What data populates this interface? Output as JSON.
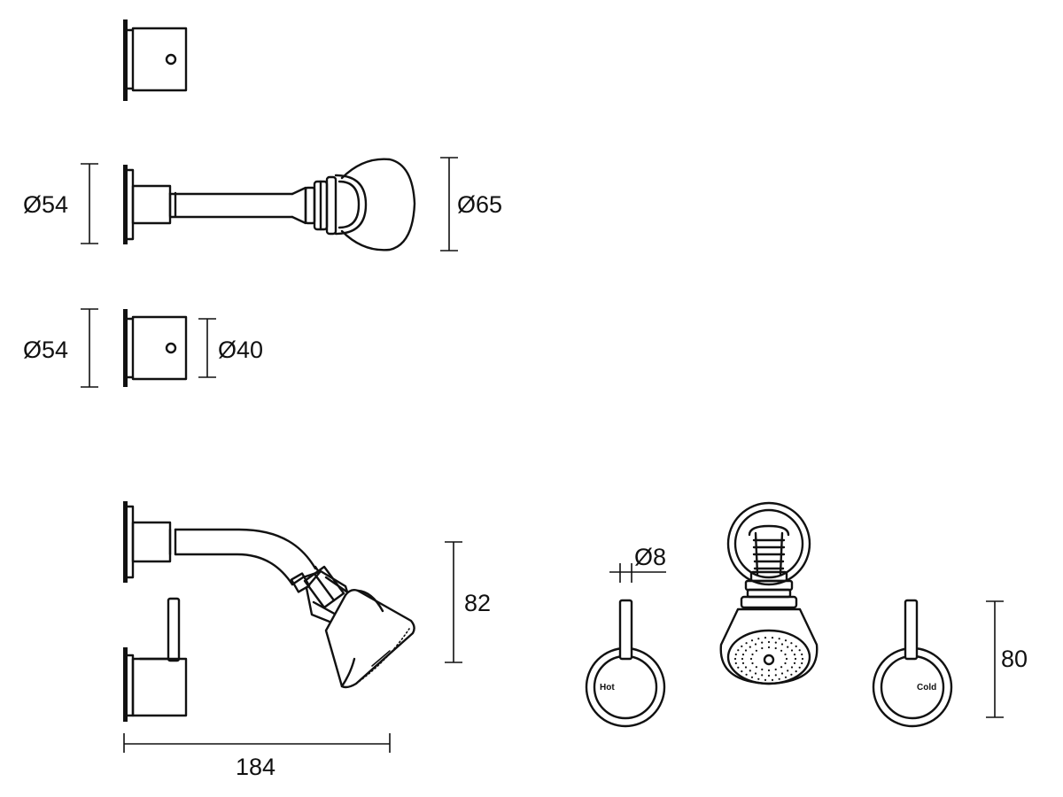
{
  "dimensions": {
    "upper_arm_flange_dia": "Ø54",
    "shower_head_dia": "Ø65",
    "tap_flange_dia": "Ø54",
    "tap_body_dia": "Ø40",
    "lever_dia": "Ø8",
    "head_drop": "82",
    "arm_projection": "184",
    "lever_height": "80"
  },
  "handle_labels": {
    "hot": "Hot",
    "cold": "Cold"
  }
}
